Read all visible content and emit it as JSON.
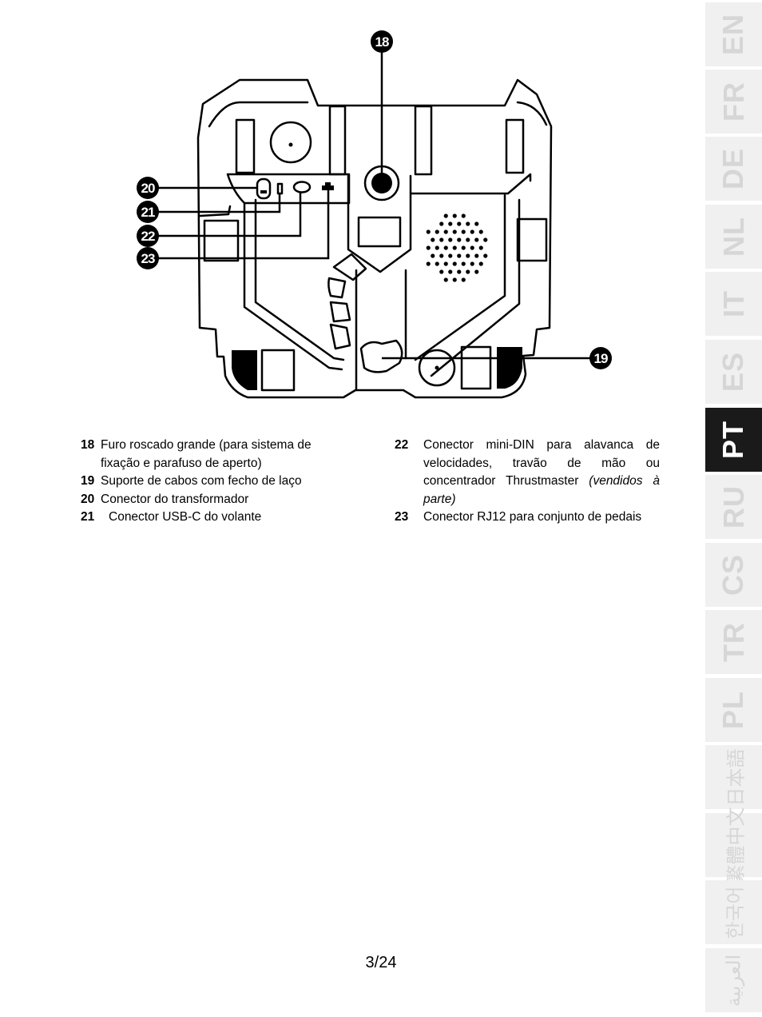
{
  "callouts": {
    "c18": "18",
    "c19": "19",
    "c20": "20",
    "c21": "21",
    "c22": "22",
    "c23": "23"
  },
  "legend": {
    "left": [
      {
        "num": "18",
        "text": "Furo roscado grande (para sistema de fixação e parafuso de aperto)"
      },
      {
        "num": "19",
        "text": "Suporte de cabos com fecho de laço"
      },
      {
        "num": "20",
        "text": "Conector do transformador"
      },
      {
        "num": "21",
        "text": "Conector USB-C do volante"
      }
    ],
    "right": [
      {
        "num": "22",
        "text": "Conector mini-DIN para alavanca de velocidades, travão de mão ou concentrador Thrustmaster",
        "note": "(vendidos à parte)"
      },
      {
        "num": "23",
        "text": "Conector RJ12 para conjunto de pedais"
      }
    ]
  },
  "page_number": "3/24",
  "languages": [
    "EN",
    "FR",
    "DE",
    "NL",
    "IT",
    "ES",
    "PT",
    "RU",
    "CS",
    "TR",
    "PL",
    "日本語",
    "繁體中文",
    "한국어",
    "العربية"
  ],
  "active_language": "PT",
  "colors": {
    "active_tab": "#1a1a1a",
    "inactive_tab": "#f0f0f0",
    "inactive_tab_text": "#d6d6d6"
  }
}
